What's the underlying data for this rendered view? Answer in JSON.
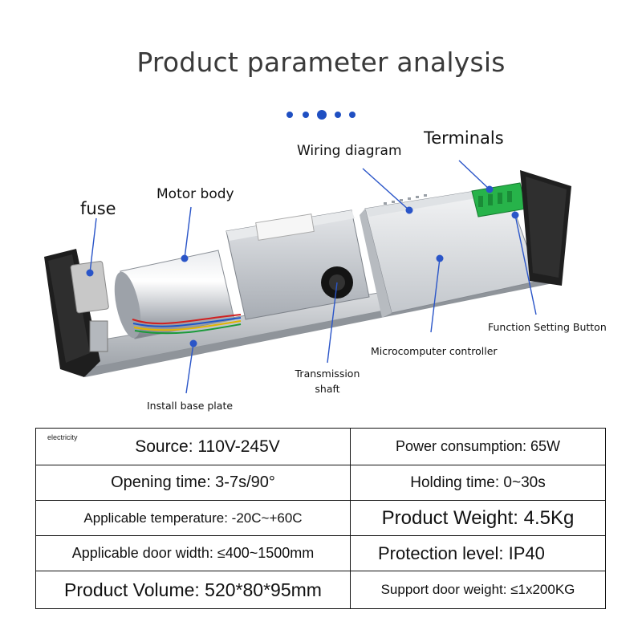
{
  "page": {
    "title": "Product parameter analysis"
  },
  "diagram": {
    "labels": {
      "fuse": "fuse",
      "motor_body": "Motor body",
      "wiring_diagram": "Wiring diagram",
      "terminals": "Terminals",
      "function_setting_button": "Function Setting Button",
      "microcomputer_controller": "Microcomputer controller",
      "transmission_shaft_line1": "Transmission",
      "transmission_shaft_line2": "shaft",
      "install_base_plate": "Install base plate"
    }
  },
  "specs": {
    "source_tag": "electricity",
    "rows": [
      {
        "left": "Source: 110V-245V",
        "right": "Power consumption: 65W"
      },
      {
        "left": "Opening time: 3-7s/90°",
        "right": "Holding time: 0~30s"
      },
      {
        "left": "Applicable temperature: -20C~+60C",
        "right": "Product Weight: 4.5Kg"
      },
      {
        "left": "Applicable door width: ≤400~1500mm",
        "right": "Protection level: IP40"
      },
      {
        "left": "Product Volume: 520*80*95mm",
        "right": "Support door weight: ≤1x200KG"
      }
    ]
  },
  "colors": {
    "accent": "#1f4fc2",
    "line": "#2a55c8",
    "terminal_green": "#27b34a"
  }
}
